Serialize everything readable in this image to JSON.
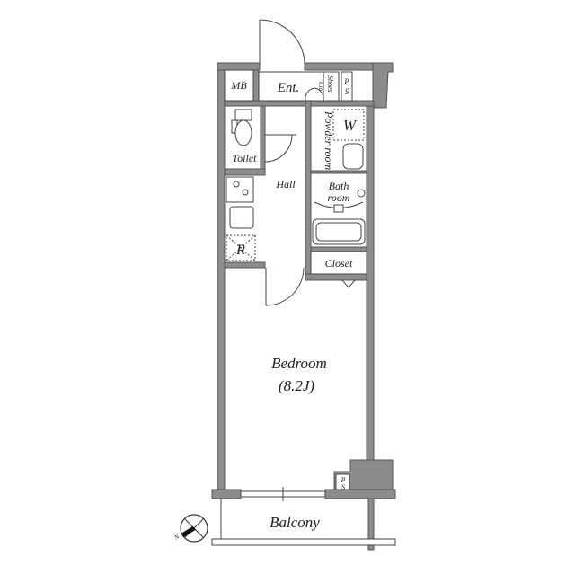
{
  "floorplan": {
    "rooms": {
      "mb": "MB",
      "entrance": "Ent.",
      "closet_small": "Clo",
      "shoes": "Shoes",
      "ps_top_p": "P",
      "ps_top_s": "S",
      "toilet": "Toilet",
      "hall": "Hall",
      "washer": "W",
      "powder_room": "Powder room",
      "bathroom_line1": "Bath",
      "bathroom_line2": "room",
      "refrigerator": "R",
      "closet": "Closet",
      "bedroom": "Bedroom",
      "bedroom_size": "(8.2J)",
      "ps_bottom_p": "P",
      "ps_bottom_s": "S",
      "balcony": "Balcony"
    },
    "compass": {
      "north_label": "N"
    },
    "colors": {
      "wall": "#8c8c8c",
      "line": "#444444"
    }
  }
}
